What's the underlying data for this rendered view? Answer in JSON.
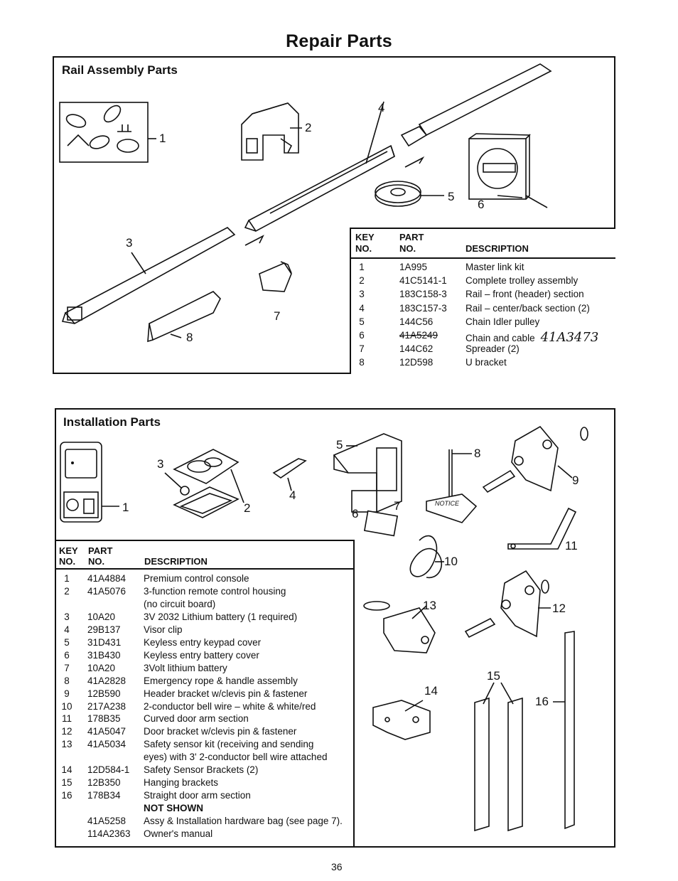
{
  "page_title": "Repair Parts",
  "rail": {
    "title": "Rail Assembly Parts",
    "callouts": [
      "1",
      "2",
      "3",
      "4",
      "5",
      "6",
      "7",
      "8"
    ],
    "headers": {
      "key": "KEY",
      "no1": "NO.",
      "part": "PART",
      "no2": "NO.",
      "desc": "DESCRIPTION"
    },
    "rows": [
      {
        "key": "1",
        "part": "1A995",
        "desc": "Master link kit"
      },
      {
        "key": "2",
        "part": "41C5141-1",
        "desc": "Complete trolley assembly"
      },
      {
        "key": "3",
        "part": "183C158-3",
        "desc": "Rail – front (header) section"
      },
      {
        "key": "4",
        "part": "183C157-3",
        "desc": "Rail – center/back section (2)"
      },
      {
        "key": "5",
        "part": "144C56",
        "desc": "Chain Idler pulley"
      },
      {
        "key": "6",
        "part": "41A5249",
        "desc": "Chain and cable",
        "handwritten": "41A3473"
      },
      {
        "key": "7",
        "part": "144C62",
        "desc": "Spreader (2)"
      },
      {
        "key": "8",
        "part": "12D598",
        "desc": "U bracket"
      }
    ]
  },
  "install": {
    "title": "Installation Parts",
    "callouts": [
      "1",
      "2",
      "3",
      "4",
      "5",
      "6",
      "7",
      "8",
      "9",
      "10",
      "11",
      "12",
      "13",
      "14",
      "15",
      "16"
    ],
    "notice_label": "NOTICE",
    "headers": {
      "key": "KEY",
      "no1": "NO.",
      "part": "PART",
      "no2": "NO.",
      "desc": "DESCRIPTION"
    },
    "rows": [
      {
        "key": "1",
        "part": "41A4884",
        "desc": "Premium control console"
      },
      {
        "key": "2",
        "part": "41A5076",
        "desc": "3-function remote control housing"
      },
      {
        "key": "",
        "part": "",
        "desc": "(no circuit board)"
      },
      {
        "key": "3",
        "part": "10A20",
        "desc": "3V 2032 Lithium battery (1 required)"
      },
      {
        "key": "4",
        "part": "29B137",
        "desc": "Visor clip"
      },
      {
        "key": "5",
        "part": "31D431",
        "desc": "Keyless entry keypad cover"
      },
      {
        "key": "6",
        "part": "31B430",
        "desc": "Keyless entry battery cover"
      },
      {
        "key": "7",
        "part": "10A20",
        "desc": "3Volt lithium battery"
      },
      {
        "key": "8",
        "part": "41A2828",
        "desc": "Emergency rope & handle assembly"
      },
      {
        "key": "9",
        "part": "12B590",
        "desc": "Header bracket w/clevis pin & fastener"
      },
      {
        "key": "10",
        "part": "217A238",
        "desc": "2-conductor bell wire – white & white/red"
      },
      {
        "key": "11",
        "part": "178B35",
        "desc": "Curved door arm section"
      },
      {
        "key": "12",
        "part": "41A5047",
        "desc": "Door bracket w/clevis pin & fastener"
      },
      {
        "key": "13",
        "part": "41A5034",
        "desc": "Safety sensor kit (receiving and sending"
      },
      {
        "key": "",
        "part": "",
        "desc": "eyes) with 3' 2-conductor bell wire attached"
      },
      {
        "key": "14",
        "part": "12D584-1",
        "desc": "Safety Sensor Brackets (2)"
      },
      {
        "key": "15",
        "part": "12B350",
        "desc": "Hanging brackets"
      },
      {
        "key": "16",
        "part": "178B34",
        "desc": "Straight door arm section"
      },
      {
        "key": "",
        "part": "",
        "desc": "NOT SHOWN",
        "bold": true
      },
      {
        "key": "",
        "part": "41A5258",
        "desc": "Assy & Installation hardware bag (see page 7)."
      },
      {
        "key": "",
        "part": "114A2363",
        "desc": "Owner's manual"
      }
    ]
  },
  "page_number": "36"
}
